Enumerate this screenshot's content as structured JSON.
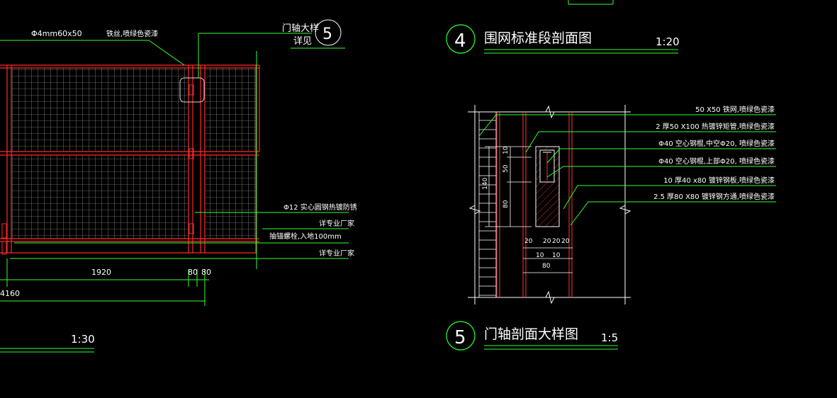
{
  "left_drawing": {
    "top_note_dim": "Φ4mm60x50",
    "top_note_text": "铁丝,喷绿色瓷漆",
    "callout_line1": "门轴大样",
    "callout_line2": "详见",
    "callout_number": "5",
    "note_rod": "Φ12  实心圆钢热镀防锈",
    "note_vendor1": "详专业厂家",
    "note_anchor": "抽锚螺栓,入地100mm",
    "note_vendor2": "详专业厂家",
    "dim_1920": "1920",
    "dim_80a": "80",
    "dim_80b": "80",
    "dim_4160": "4160",
    "scale": "1:30"
  },
  "section4": {
    "number": "4",
    "title": "围网标准段剖面图",
    "scale": "1:20"
  },
  "section5": {
    "number": "5",
    "title": "门轴剖面大样图",
    "scale": "1:5",
    "labels": [
      "50  X50  铁网,喷绿色瓷漆",
      "2  厚50  X100  热镀锌矩管,喷绿色瓷漆",
      "Φ40  空心钢棍,中空Φ20, 喷绿色瓷漆",
      "Φ40  空心钢棍,上部Φ20, 喷绿色瓷漆",
      "10  厚40 x80   镀锌钢板,喷绿色瓷漆",
      "2.5  厚80  X80  镀锌钢方通,喷绿色瓷漆"
    ],
    "dims": {
      "d140": "140",
      "d10": "10",
      "d50": "50",
      "d80v": "80",
      "b20a": "20",
      "b20b": "20",
      "b20c": "20",
      "b20d": "20",
      "b10a": "10",
      "b10b": "10",
      "b80": "80"
    }
  }
}
